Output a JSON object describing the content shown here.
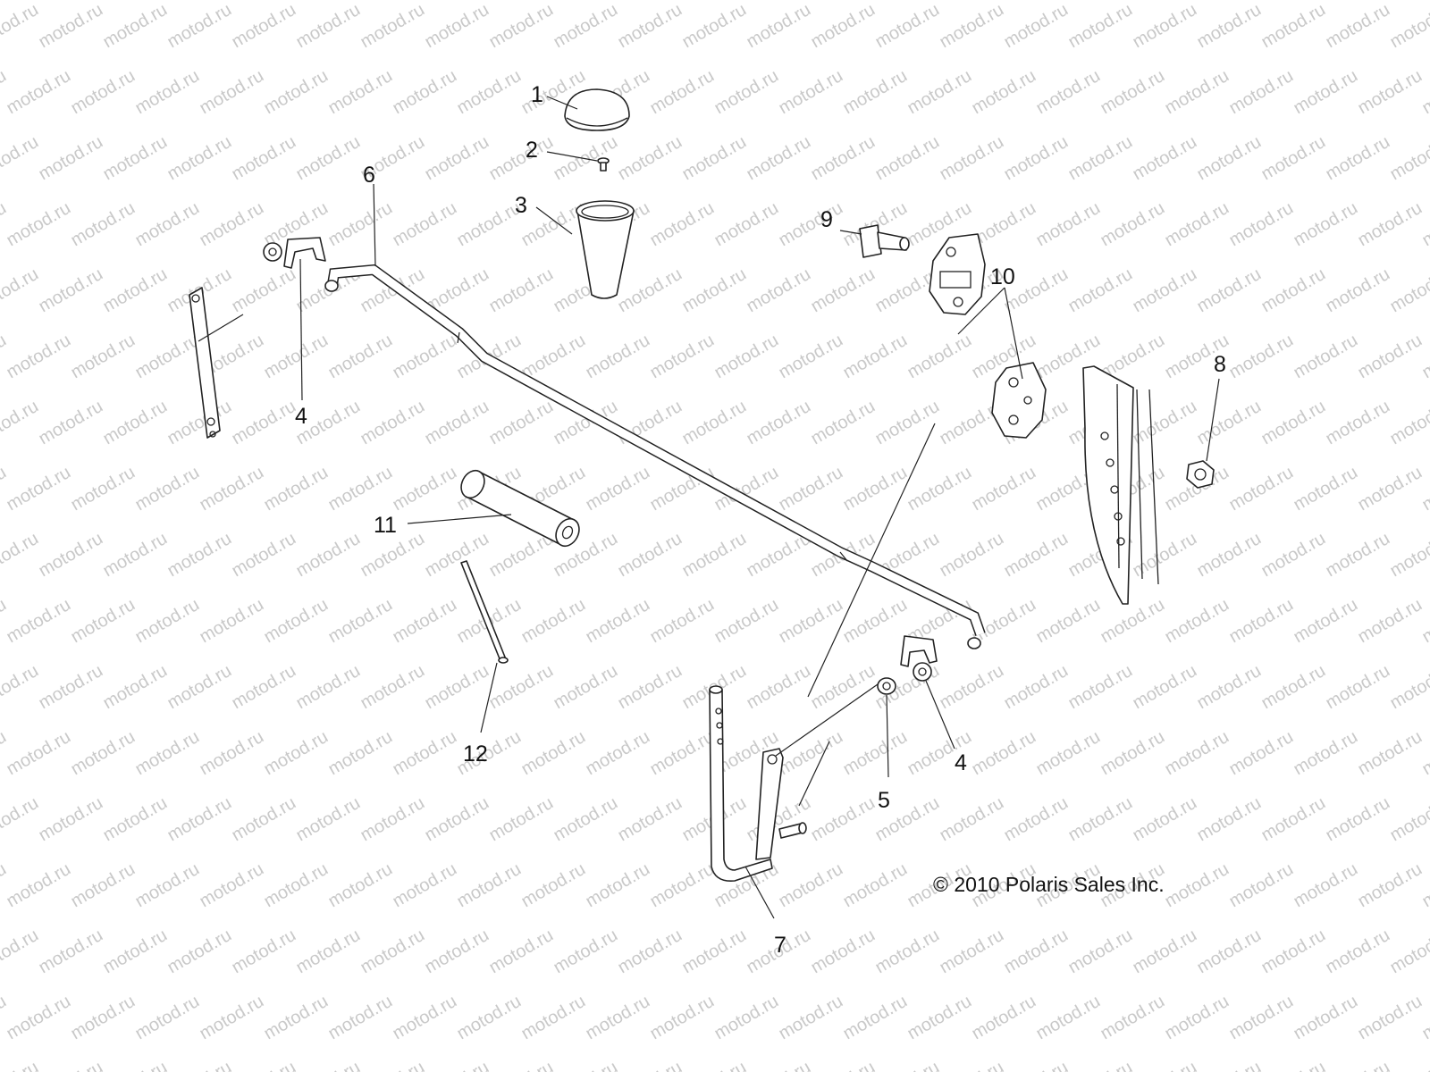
{
  "watermark": {
    "text": "motod.ru"
  },
  "copyright": "© 2010 Polaris Sales Inc.",
  "callouts": [
    "1",
    "2",
    "3",
    "4",
    "4",
    "5",
    "6",
    "7",
    "8",
    "9",
    "10",
    "11",
    "12"
  ],
  "colors": {
    "line": "#222222",
    "watermark": "#c9c9c9",
    "background": "#ffffff"
  }
}
